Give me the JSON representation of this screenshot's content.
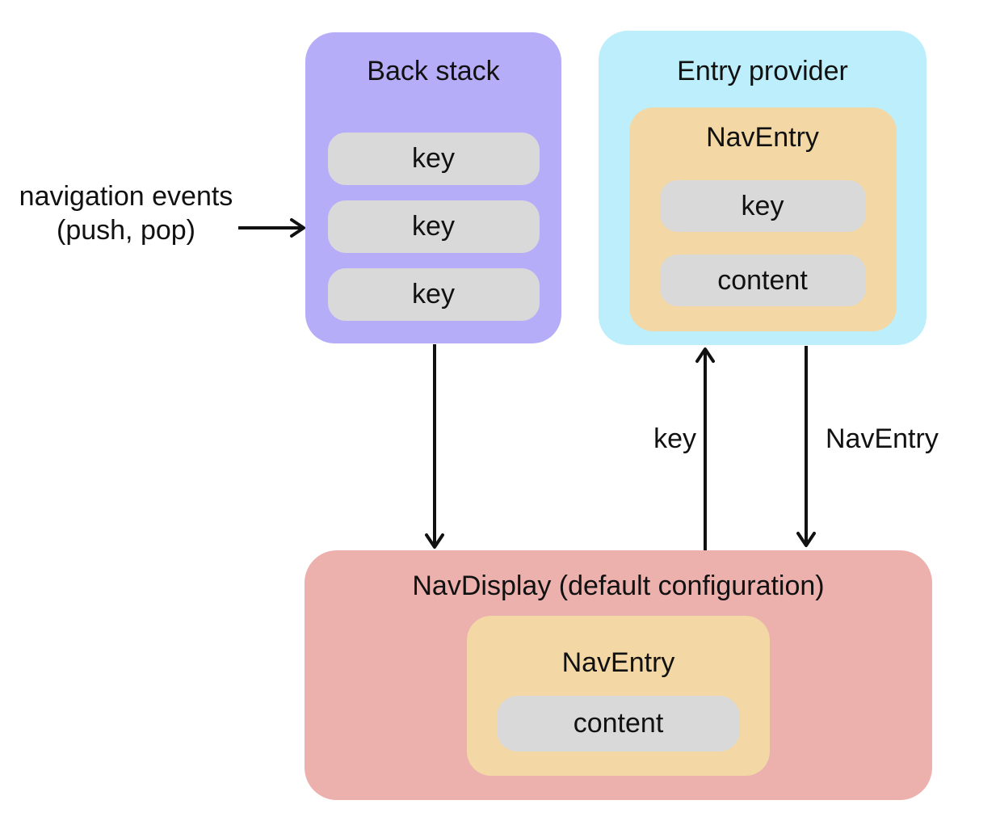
{
  "diagram": {
    "back_stack": {
      "title": "Back stack",
      "keys": [
        "key",
        "key",
        "key"
      ]
    },
    "entry_provider": {
      "title": "Entry provider",
      "nav_entry": {
        "title": "NavEntry",
        "fields": [
          "key",
          "content"
        ]
      }
    },
    "nav_display": {
      "title": "NavDisplay (default configuration)",
      "nav_entry": {
        "title": "NavEntry",
        "fields": [
          "content"
        ]
      }
    },
    "labels": {
      "navigation_events_line1": "navigation events",
      "navigation_events_line2": "(push, pop)",
      "key_arrow": "key",
      "nav_entry_arrow": "NavEntry"
    },
    "colors": {
      "back_stack_bg": "#b6adf9",
      "entry_provider_bg": "#bceffb",
      "nav_entry_bg": "#f3d7a5",
      "nav_display_bg": "#ecb0ad",
      "pill_bg": "#d9d9d9",
      "arrow_and_text": "#111111",
      "background": "#ffffff"
    }
  }
}
